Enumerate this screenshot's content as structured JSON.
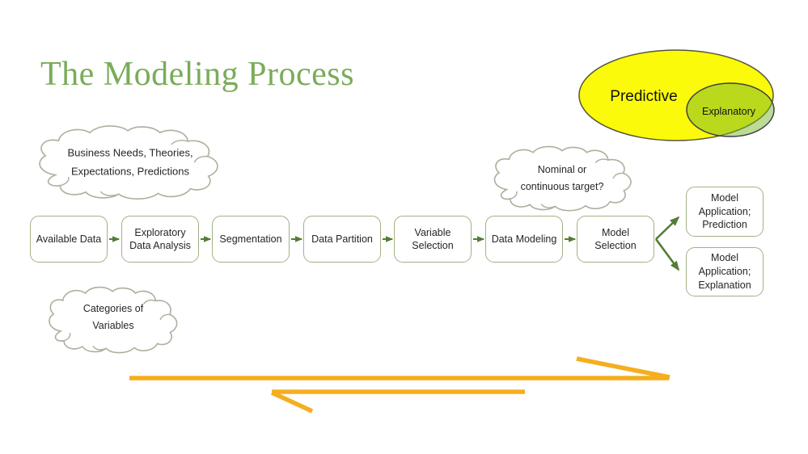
{
  "title": "The Modeling Process",
  "venn": {
    "predictive": "Predictive",
    "explanatory": "Explanatory"
  },
  "clouds": {
    "business": "Business Needs, Theories,\nExpectations, Predictions",
    "target": "Nominal or\ncontinuous target?",
    "categories": "Categories of\nVariables"
  },
  "flow": {
    "steps": [
      "Available Data",
      "Exploratory\nData Analysis",
      "Segmentation",
      "Data Partition",
      "Variable\nSelection",
      "Data Modeling",
      "Model\nSelection"
    ],
    "outcomes": [
      "Model\nApplication;\nPrediction",
      "Model\nApplication;\nExplanation"
    ]
  },
  "colors": {
    "title_green": "#7aac58",
    "arrow_green": "#537d35",
    "box_border": "#a2b184",
    "cloud_border": "#a9b19c",
    "venn_yellow": "#fafa0a",
    "venn_green": "#7ab82e",
    "orange": "#f5ae1e",
    "text": "#2b2b2b"
  }
}
